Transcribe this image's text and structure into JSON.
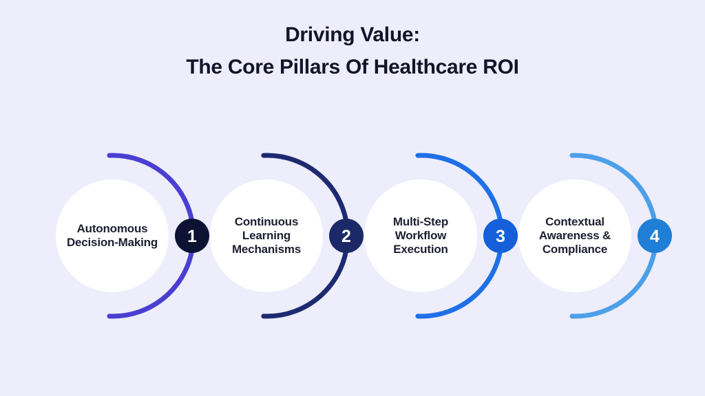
{
  "title": {
    "line1": "Driving Value:",
    "line2": "The Core Pillars Of Healthcare ROI"
  },
  "colors": {
    "background": "#EDEDFB",
    "title_text": "#131329",
    "label_text": "#1E1E32",
    "circle_fill": "#FFFFFF",
    "number_text": "#FFFFFF"
  },
  "pillars": [
    {
      "number": "1",
      "lines": [
        "Autonomous",
        "Decision-Making"
      ],
      "arc_color": "#4A3FD0",
      "badge_color": "#0D1232"
    },
    {
      "number": "2",
      "lines": [
        "Continuous",
        "Learning",
        "Mechanisms"
      ],
      "arc_color": "#1E2A70",
      "badge_color": "#1B2968"
    },
    {
      "number": "3",
      "lines": [
        "Multi-Step",
        "Workflow",
        "Execution"
      ],
      "arc_color": "#1F6FE6",
      "badge_color": "#1560D8"
    },
    {
      "number": "4",
      "lines": [
        "Contextual",
        "Awareness &",
        "Compliance"
      ],
      "arc_color": "#4D9FE8",
      "badge_color": "#1F7FD6"
    }
  ]
}
